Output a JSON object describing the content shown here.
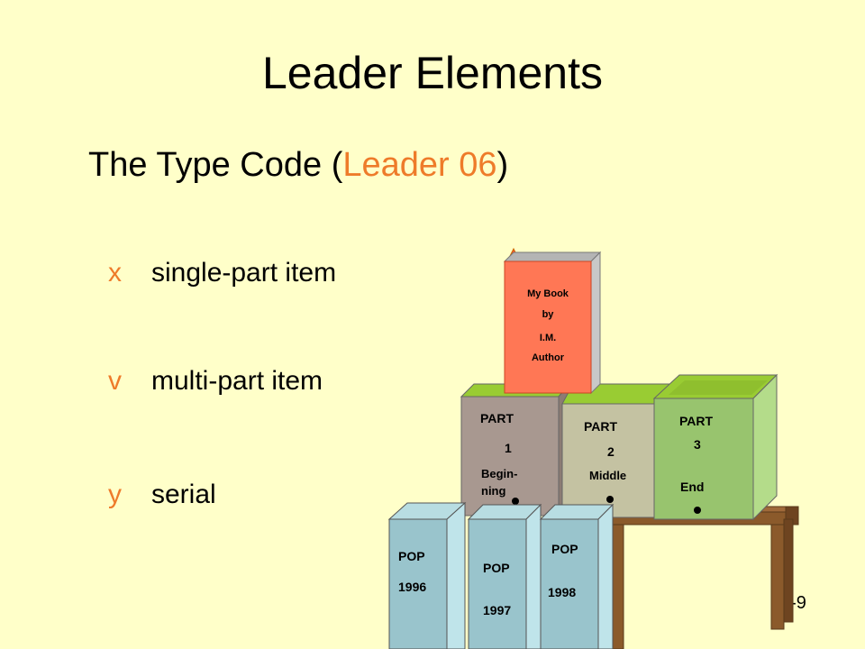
{
  "slide": {
    "title": "Leader Elements",
    "subtitle": {
      "lead": "The Type Code  (",
      "accent": "Leader 06",
      "trail": ")"
    },
    "bullets": [
      {
        "code": "x",
        "text": "single-part item"
      },
      {
        "code": "v",
        "text": "multi-part item"
      },
      {
        "code": "y",
        "text": "serial"
      }
    ],
    "page_number": "2-9"
  },
  "illustration": {
    "book": {
      "line1": "My Book",
      "line2": "by",
      "line3": "I.M.",
      "line4": "Author"
    },
    "parts": [
      {
        "line1": "PART",
        "line2": "1",
        "line3": "Begin-",
        "line4": "ning"
      },
      {
        "line1": "PART",
        "line2": "2",
        "line3": "Middle"
      },
      {
        "line1": "PART",
        "line2": "3",
        "line3": "End"
      }
    ],
    "serials": [
      {
        "line1": "POP",
        "line2": "1996"
      },
      {
        "line1": "POP",
        "line2": "1997"
      },
      {
        "line1": "POP",
        "line2": "1998"
      }
    ]
  },
  "colors": {
    "background": "#ffffc9",
    "accent": "#ee7b2a",
    "book_cover": "#ff7755",
    "part1": "#a89890",
    "part2": "#c4c2a2",
    "part3": "#98c46e",
    "part_top": "#99cc33",
    "serial": "#99c4cc",
    "table": "#8b5a2b"
  }
}
